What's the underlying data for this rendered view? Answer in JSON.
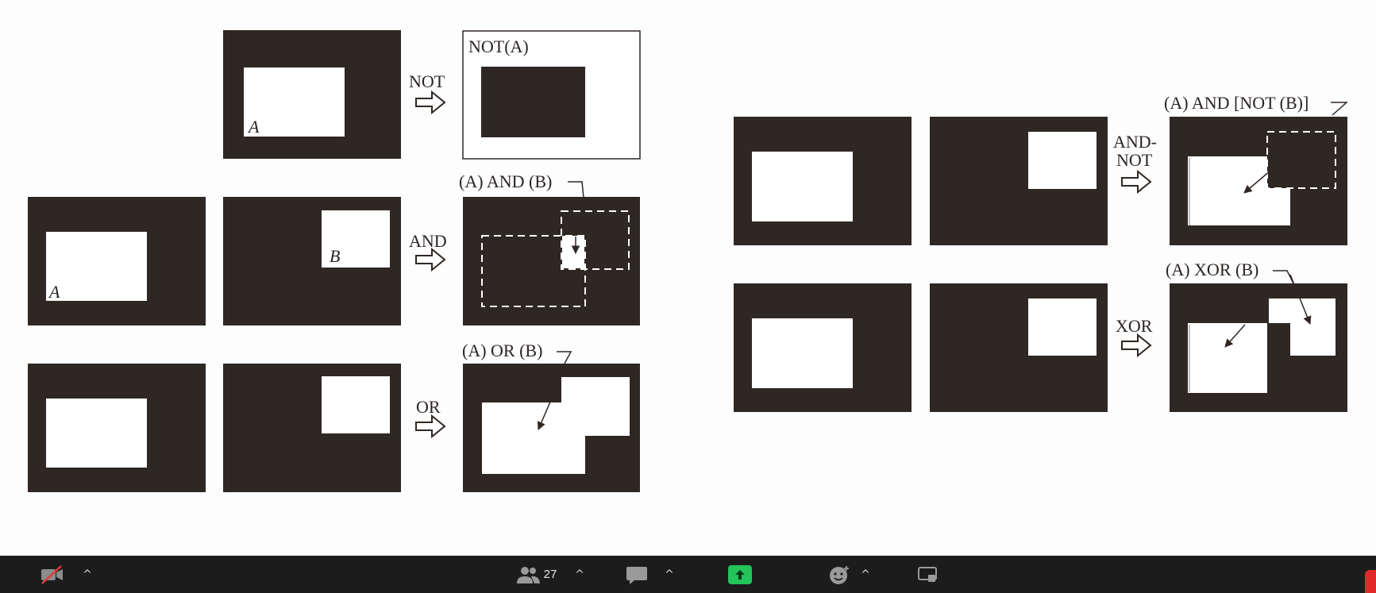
{
  "figure": {
    "panel_text": {
      "a": "A",
      "b": "B"
    },
    "operators": {
      "not": "NOT",
      "and": "AND",
      "or": "OR",
      "and_not_line1": "AND-",
      "and_not_line2": "NOT",
      "xor": "XOR"
    },
    "results": {
      "not": "NOT(A)",
      "and": "(A) AND (B)",
      "or": "(A) OR (B)",
      "and_not": "(A) AND [NOT (B)]",
      "xor": "(A) XOR (B)"
    },
    "colors": {
      "dark": "#2f2723",
      "light": "#ffffff"
    }
  },
  "toolbar": {
    "video_icon": "video-off-icon",
    "participants_count": "27",
    "participants_icon": "participants-icon",
    "chat_icon": "chat-icon",
    "share_icon": "share-screen-icon",
    "reactions_icon": "reactions-icon",
    "apps_icon": "apps-icon",
    "caret": "^",
    "bg": "#1c1c1c",
    "share_color": "#23c45a"
  }
}
